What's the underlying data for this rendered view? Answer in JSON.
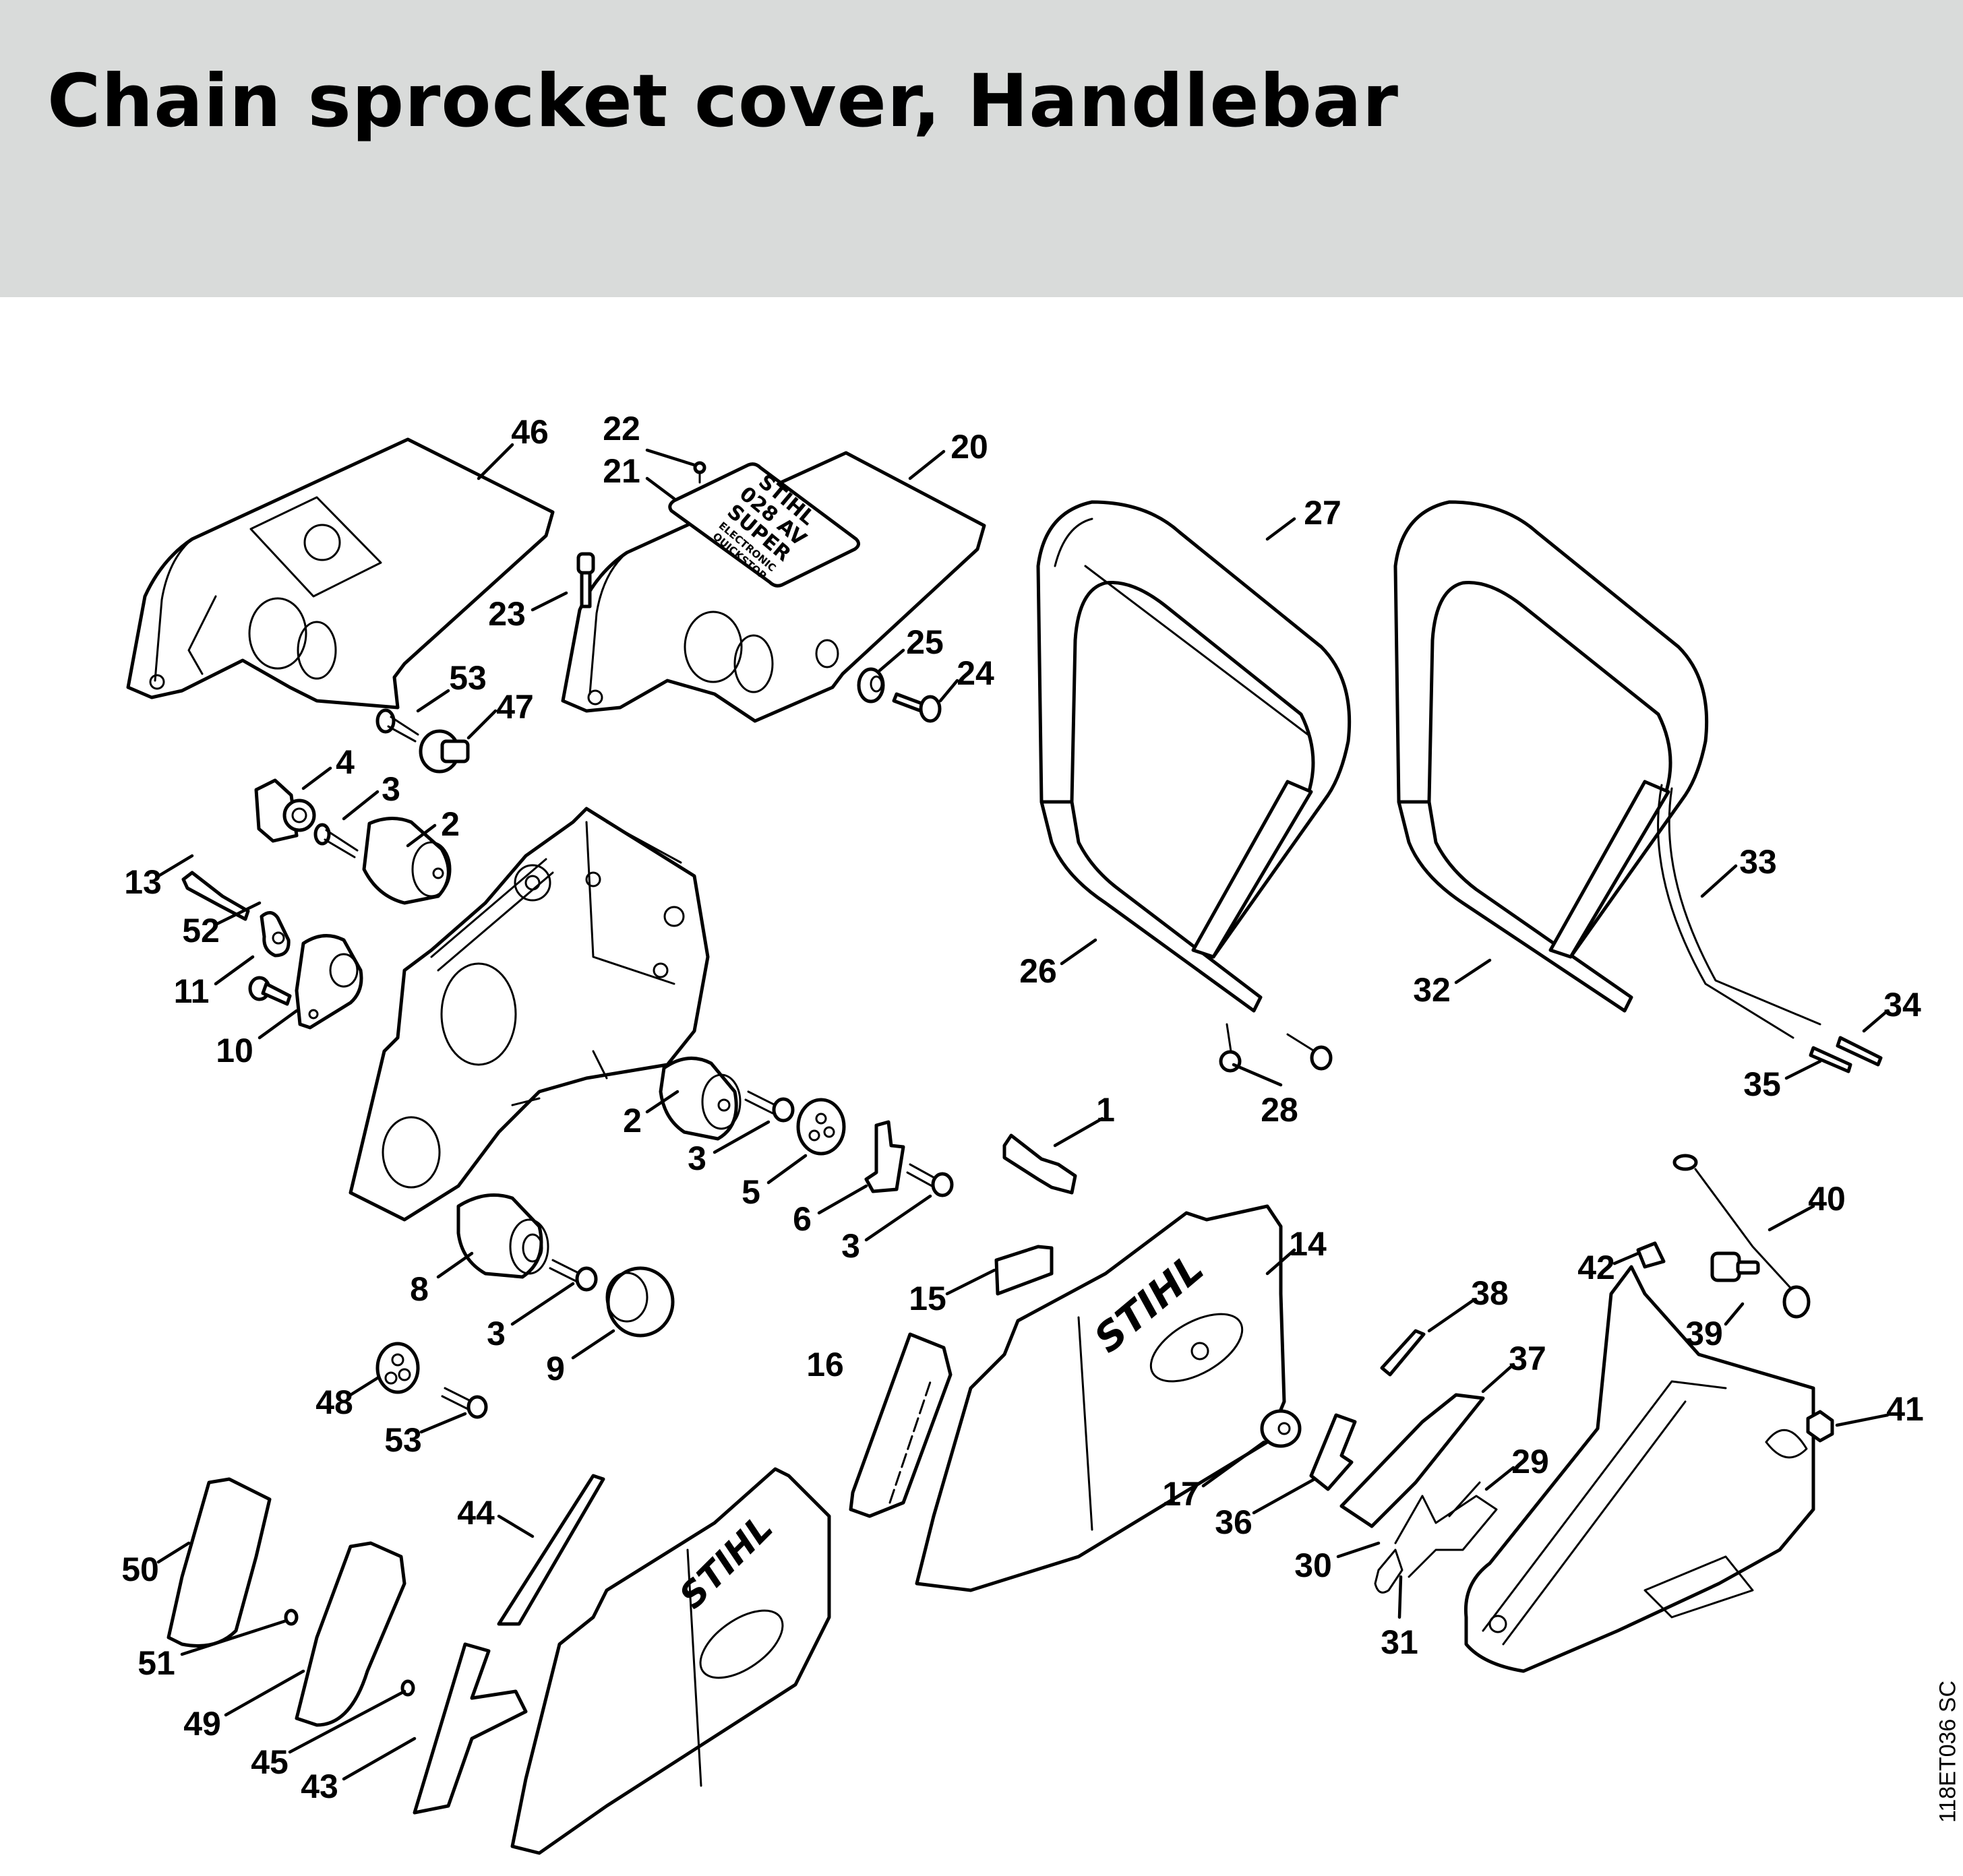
{
  "header": {
    "title": "Chain sprocket cover, Handlebar"
  },
  "diagram": {
    "drawing_code": "118ET036 SC",
    "nameplate": {
      "lines": [
        "STIHL",
        "028 AV",
        "SUPER",
        "ELECTRONIC",
        "QUICKSTOP"
      ]
    },
    "logo_text": "STIHL",
    "callouts": [
      "46",
      "22",
      "21",
      "20",
      "27",
      "23",
      "25",
      "24",
      "53",
      "47",
      "4",
      "3",
      "2",
      "13",
      "52",
      "11",
      "10",
      "26",
      "32",
      "33",
      "34",
      "35",
      "28",
      "1",
      "2",
      "3",
      "5",
      "6",
      "3",
      "40",
      "14",
      "42",
      "39",
      "38",
      "15",
      "8",
      "3",
      "9",
      "16",
      "37",
      "41",
      "48",
      "29",
      "53",
      "17",
      "36",
      "44",
      "30",
      "50",
      "31",
      "51",
      "49",
      "45",
      "43"
    ]
  }
}
